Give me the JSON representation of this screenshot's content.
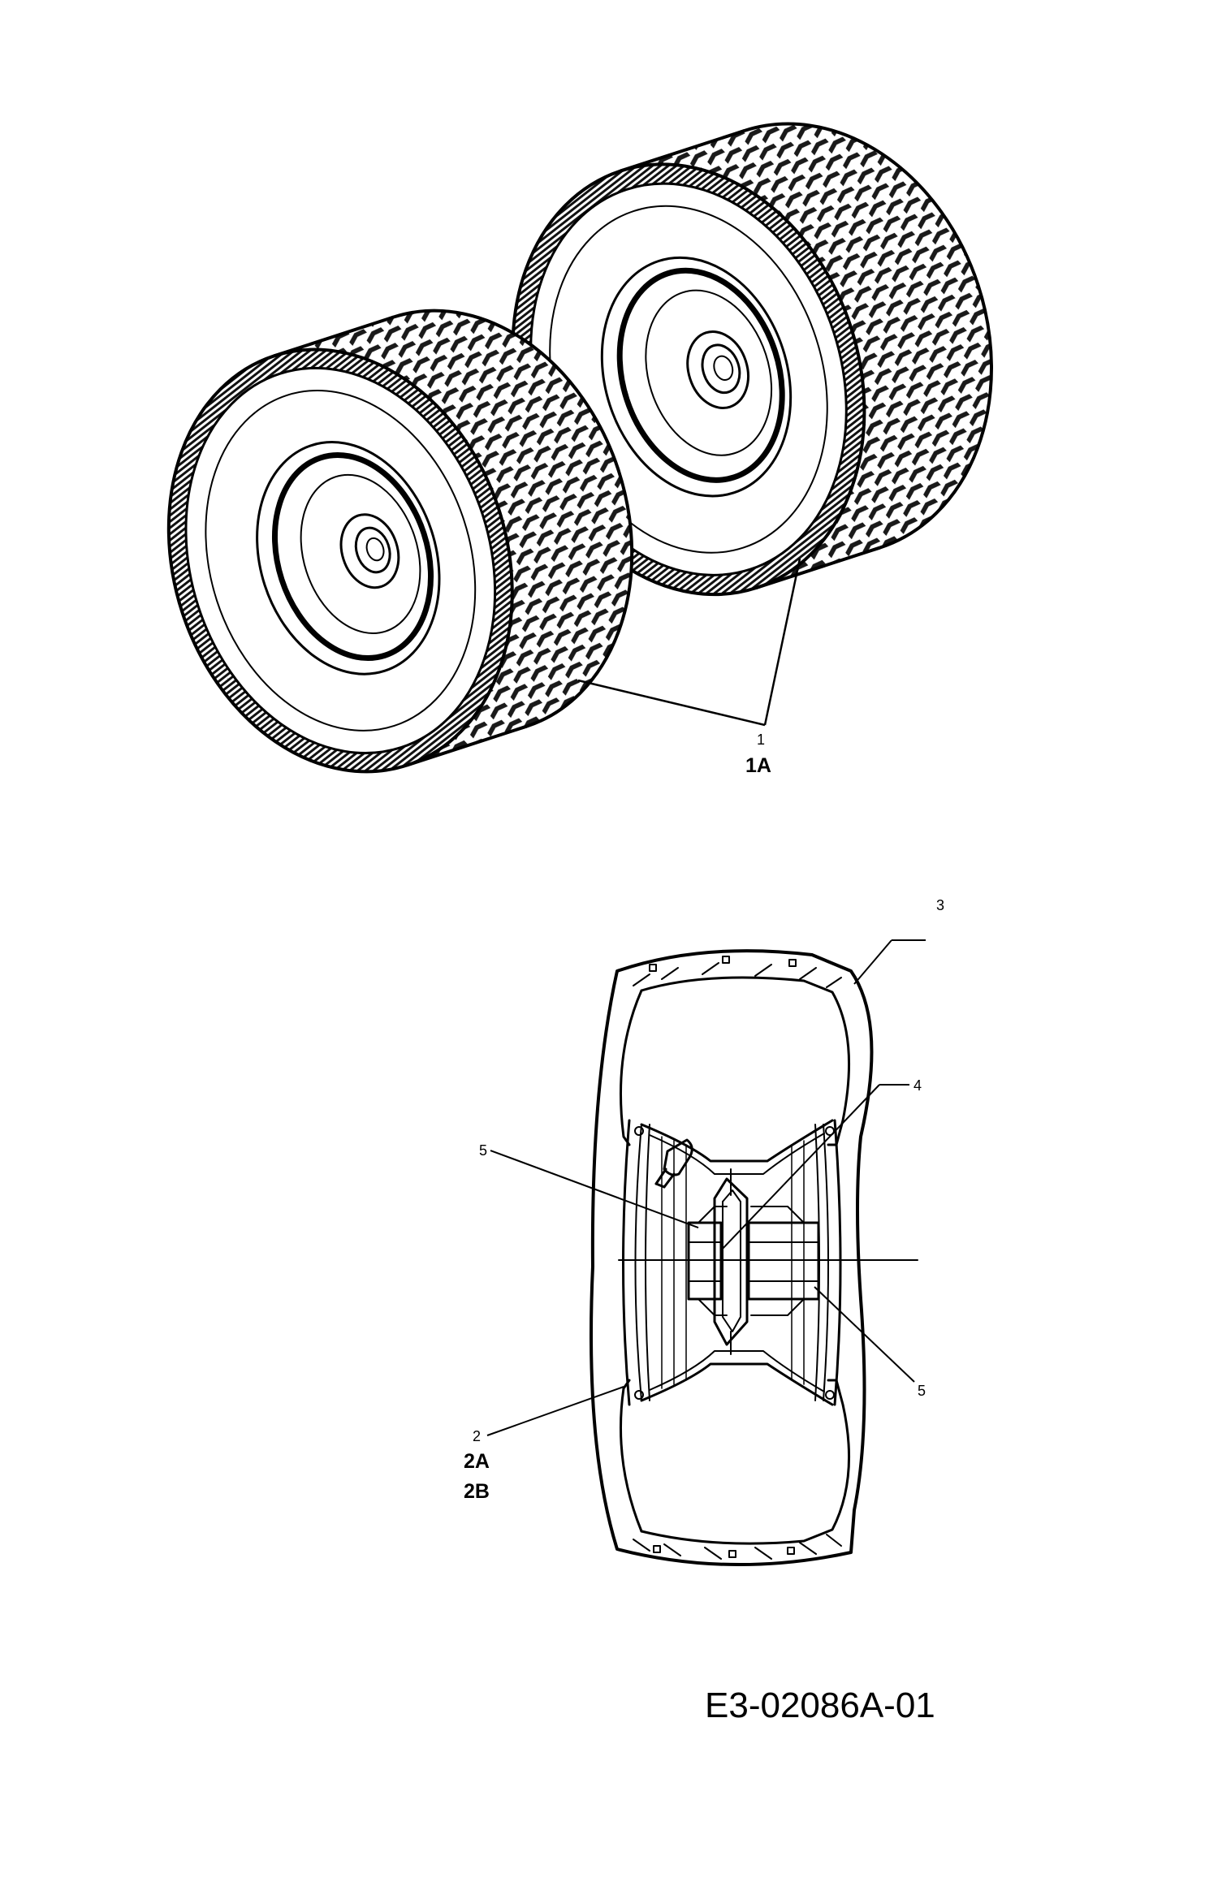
{
  "callouts": {
    "wheel_assembly": {
      "num": "1",
      "alt": "1A"
    },
    "rim": {
      "num": "2",
      "alt1": "2A",
      "alt2": "2B"
    },
    "tire": {
      "num": "3"
    },
    "valve": {
      "num": "4"
    },
    "bearing_left": {
      "num": "5"
    },
    "bearing_right": {
      "num": "5"
    }
  },
  "document_code": "E3-02086A-01"
}
